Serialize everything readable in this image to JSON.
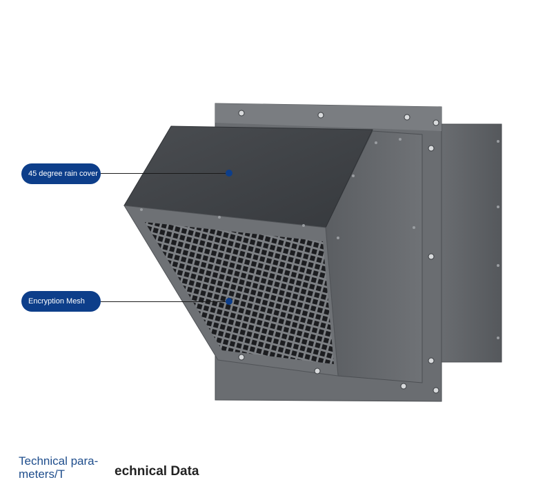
{
  "callouts": {
    "rain_cover": "45 degree rain cover",
    "mesh": "Encryption Mesh"
  },
  "footer": {
    "line1": "Technical para-",
    "line2": "meters/T",
    "line3": "echnical Data"
  },
  "colors": {
    "accent": "#0d3e8a",
    "heading": "#1e4d8c",
    "metal_dark": "#3f4246",
    "metal_mid": "#5a5d61",
    "metal_light": "#7a7d81"
  }
}
